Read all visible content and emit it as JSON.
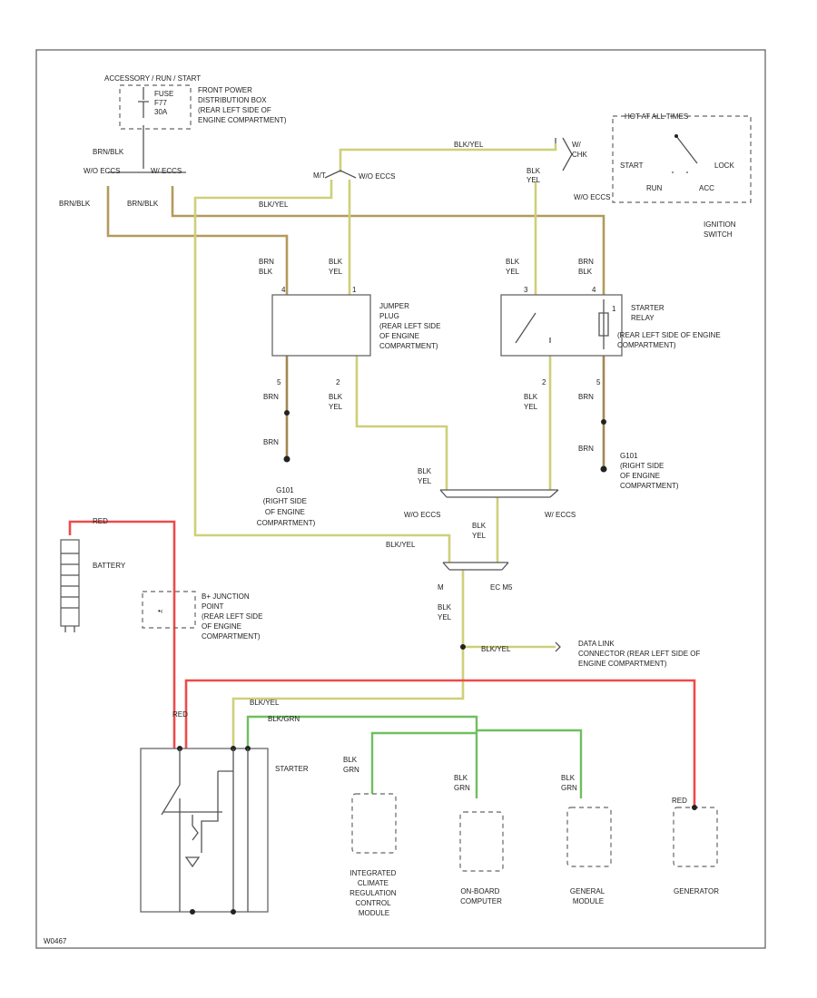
{
  "colors": {
    "blk_yel": "#cfcf7a",
    "brn_blk": "#b39a5c",
    "brn": "#a38653",
    "grn": "#6fbf5f",
    "red": "#ee4a4a",
    "frame": "#666666"
  },
  "labels": {
    "accessory": "ACCESSORY / RUN / START",
    "fuse": "FUSE",
    "f77": "F77",
    "fuse_amp": "30A",
    "fpdb": [
      "FRONT POWER",
      "DISTRIBUTION BOX",
      "(REAR LEFT SIDE OF",
      "ENGINE COMPARTMENT)"
    ],
    "wire_brn_blk": "BRN/BLK",
    "vtr_left": "W/O ECCS",
    "vtr_right": "W/ ECCS",
    "mt": "M/T",
    "wo_eccs": "W/O ECCS",
    "w_eccs": "W/ ECCS",
    "wire_blk_yel": "BLK/YEL",
    "w_chk": "W/",
    "chk_col": "CHK",
    "hot_at": "HOT AT ALL TIMES",
    "ign_start": "START",
    "ign_lock": "LOCK",
    "ign_run": "RUN",
    "ign_acc": "ACC",
    "ign_switch": [
      "IGNITION",
      "SWITCH"
    ],
    "brn": "BRN",
    "blk": "BLK",
    "yel": "YEL",
    "grn": "GRN",
    "red": "RED",
    "jumper_plug": [
      "JUMPER",
      "PLUG",
      "(REAR LEFT SIDE",
      "OF ENGINE",
      "COMPARTMENT)"
    ],
    "starter_relay": [
      "STARTER",
      "RELAY",
      "(REAR LEFT SIDE OF ENGINE",
      "COMPARTMENT)"
    ],
    "g101_left": [
      "G101",
      "(RIGHT SIDE",
      "OF ENGINE",
      "COMPARTMENT)"
    ],
    "g101_right": [
      "G101",
      "(RIGHT SIDE",
      "OF ENGINE",
      "COMPARTMENT)"
    ],
    "battery": "BATTERY",
    "bplus": [
      "B+ JUNCTION",
      "POINT",
      "(REAR LEFT SIDE",
      "OF ENGINE",
      "COMPARTMENT)"
    ],
    "dlc": [
      "DATA LINK",
      "CONNECTOR (REAR LEFT SIDE OF",
      "ENGINE COMPARTMENT)"
    ],
    "starter": "STARTER",
    "iccm": [
      "INTEGRATED",
      "CLIMATE",
      "REGULATION",
      "CONTROL",
      "MODULE"
    ],
    "obc": [
      "ON-BOARD",
      "COMPUTER"
    ],
    "gm": [
      "GENERAL",
      "MODULE"
    ],
    "generator": "GENERATOR",
    "wire_blk_grn": "BLK/GRN",
    "pin1": "1",
    "pin2": "2",
    "pin3": "3",
    "pin4": "4",
    "pin5": "5",
    "m": "M",
    "eceos": "EC M5",
    "corner": "W0467"
  }
}
